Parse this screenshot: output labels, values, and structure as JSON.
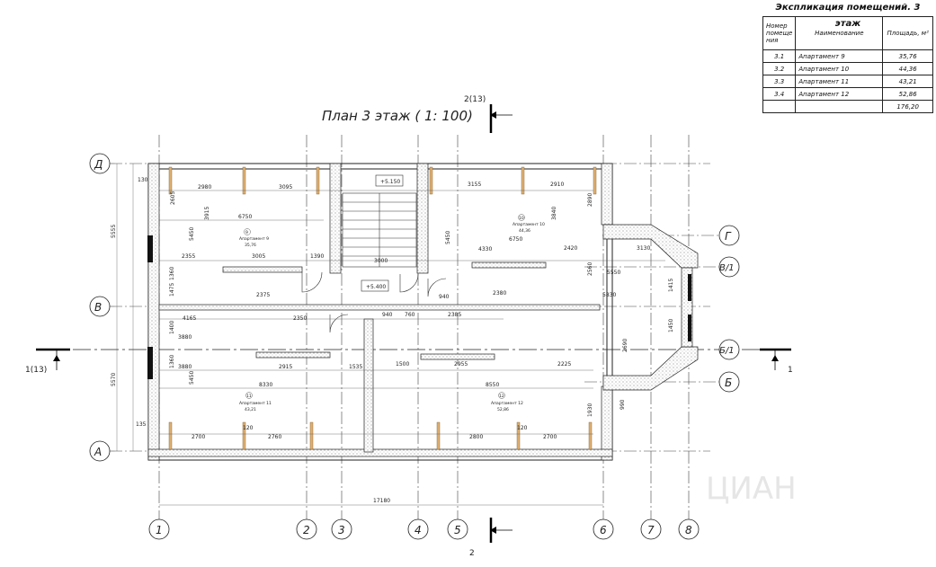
{
  "title": "План 3 этаж ( 1: 100)",
  "explication": {
    "title": "Экспликация помещений. 3 этаж",
    "headers": [
      "Номер помеще ния",
      "Наименование",
      "Площадь, м²"
    ],
    "rows": [
      {
        "num": "3.1",
        "name": "Апартамент 9",
        "area": "35,76"
      },
      {
        "num": "3.2",
        "name": "Апартамент 10",
        "area": "44,36"
      },
      {
        "num": "3.3",
        "name": "Апартамент 11",
        "area": "43,21"
      },
      {
        "num": "3.4",
        "name": "Апартамент 12",
        "area": "52,86"
      }
    ],
    "total": "176,20"
  },
  "axes_vertical": [
    "1",
    "2",
    "3",
    "4",
    "5",
    "6",
    "7",
    "8"
  ],
  "axes_horizontal": [
    "Д",
    "В",
    "А",
    "Г",
    "В/1",
    "Б/1",
    "Б"
  ],
  "sections": {
    "top": "2(13)",
    "bottom": "2",
    "left": "1(13)",
    "right": "1"
  },
  "level_mark": "+5.150",
  "level_mark_2": "+5.400",
  "dimensions": {
    "overall_bottom": "17180",
    "left_top": "5555",
    "left_bottom": "5570",
    "top_row": [
      "2980",
      "3095",
      "3155",
      "2910"
    ],
    "row_6750": [
      "6750",
      "6750"
    ],
    "row_2": [
      "2355",
      "3005",
      "1390",
      "3000",
      "4330",
      "2420",
      "3130"
    ],
    "row_3": [
      "2375",
      "2380",
      "5550",
      "5830"
    ],
    "row_4": [
      "4165",
      "2350",
      "940",
      "940",
      "760",
      "2385"
    ],
    "row_5": [
      "3880",
      "3880",
      "2915",
      "1535",
      "1500",
      "2955",
      "2225"
    ],
    "row_8330": [
      "8330",
      "8550"
    ],
    "bottom_row": [
      "2700",
      "120",
      "2760",
      "2800",
      "120",
      "2700"
    ],
    "vertical": [
      "2605",
      "3915",
      "5450",
      "1360",
      "1475",
      "1400",
      "1360",
      "5450",
      "2890",
      "3840",
      "5450",
      "2560",
      "1415",
      "1450",
      "2690",
      "1930",
      "990",
      "135",
      "130"
    ]
  },
  "rooms": [
    {
      "num": "9",
      "name": "Апартамент 9",
      "area": "35,76"
    },
    {
      "num": "10",
      "name": "Апартамент 10",
      "area": "44,36"
    },
    {
      "num": "11",
      "name": "Апартамент 11",
      "area": "43,21"
    },
    {
      "num": "12",
      "name": "Апартамент 12",
      "area": "52,86"
    }
  ],
  "watermark": "ЦИАН"
}
